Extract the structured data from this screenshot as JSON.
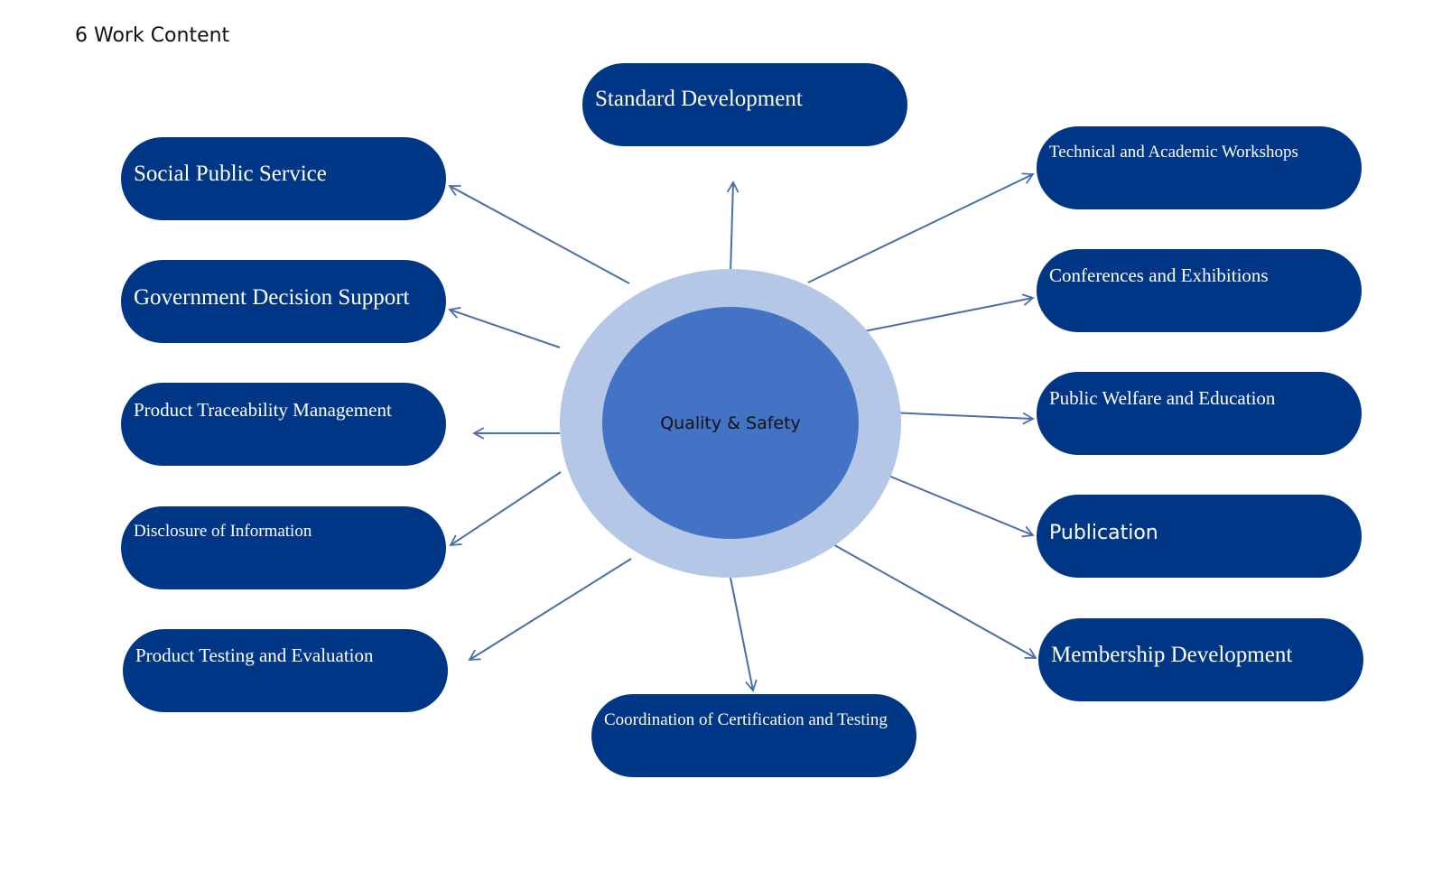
{
  "title": "6 Work Content",
  "center": {
    "label": "Quality & Safety"
  },
  "nodes": {
    "standard_development": "Standard Development",
    "social_public_service": "Social Public Service",
    "government_decision_support": "Government Decision Support",
    "product_traceability_management": "Product Traceability Management",
    "disclosure_of_information": "Disclosure of Information",
    "product_testing_and_evaluation": "Product Testing and Evaluation",
    "coordination_of_certification_and_testing": "Coordination of Certification and Testing",
    "technical_and_academic_workshops": "Technical and Academic Workshops",
    "conferences_and_exhibitions": "Conferences and Exhibitions",
    "public_welfare_and_education": "Public Welfare and Education",
    "publication": "Publication",
    "membership_development": "Membership Development"
  },
  "colors": {
    "node_fill": "#003686",
    "ring_fill": "#b4c7e7",
    "core_fill": "#4472c4",
    "arrow": "#4a6fa8"
  }
}
